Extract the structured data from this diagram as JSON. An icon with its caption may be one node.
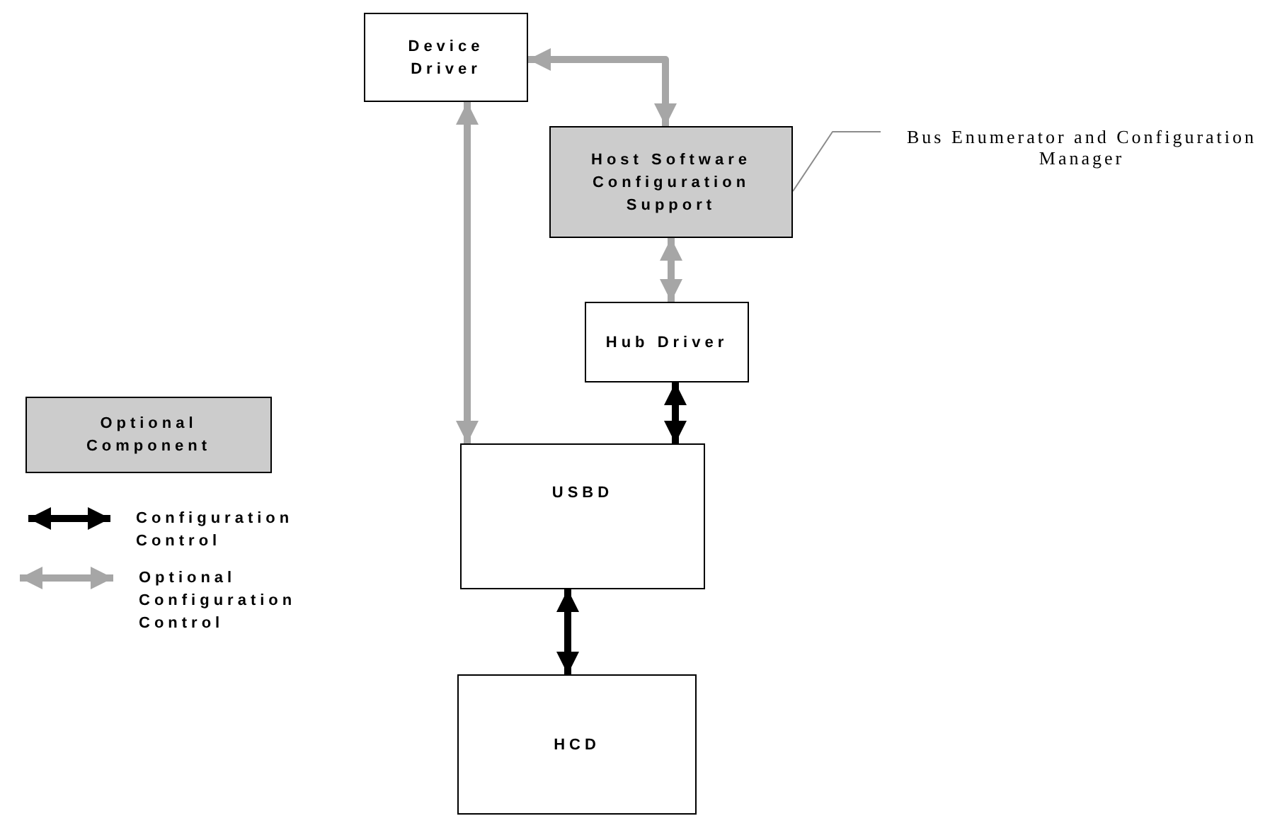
{
  "diagram": {
    "nodes": [
      {
        "text": [
          "Device Driver"
        ]
      },
      {
        "text": [
          "Host Software Configuration Support"
        ]
      },
      {
        "text": [
          "Bus Enumerator and Configuration Manager"
        ]
      },
      {
        "text": [
          "Hub Driver"
        ]
      },
      {
        "text": [
          "USBD"
        ]
      },
      {
        "text": [
          "HCD"
        ]
      }
    ],
    "edges": [
      {
        "from": 0,
        "to": 1,
        "arrow": "both"
      },
      {
        "from": 1,
        "to": 3,
        "arrow": "both"
      },
      {
        "from": 0,
        "to": 4,
        "arrow": "both"
      },
      {
        "from": 3,
        "to": 4,
        "arrow": "both",
        "color": "#000000"
      },
      {
        "from": 4,
        "to": 5,
        "arrow": "both",
        "color": "#000000"
      },
      {
        "from": 2,
        "to": 1,
        "arrow": "none",
        "color": "#8c8c8c"
      }
    ],
    "legend": [
      {
        "text": "Optional Component",
        "color": "#cccccc"
      },
      {
        "text": "Configuration Control"
      },
      {
        "text": "Optional Configuration Control"
      }
    ]
  }
}
